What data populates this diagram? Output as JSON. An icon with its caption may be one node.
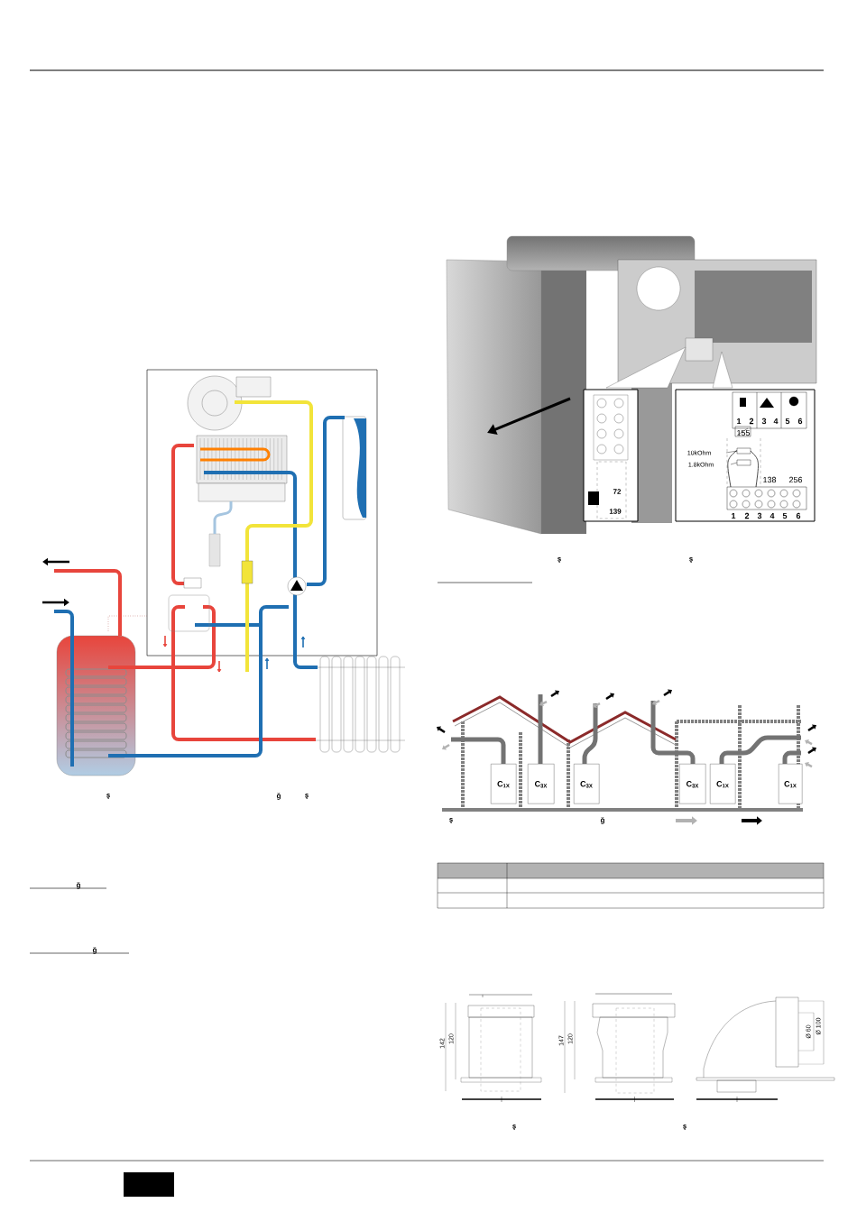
{
  "diagram": {
    "nodes": [
      {
        "text": [
          "72",
          "139"
        ]
      },
      {
        "text": [
          "1",
          "2",
          "3",
          "4",
          "5",
          "6",
          "155",
          "10kOhm",
          "1.8kOhm",
          "138",
          "256",
          "1",
          "2",
          "3",
          "4",
          "5",
          "6"
        ]
      },
      {
        "text": [
          "C$_{1X}$"
        ]
      },
      {
        "text": [
          "C$_{3X}$"
        ]
      },
      {
        "text": [
          "C$_{3X}$"
        ]
      },
      {
        "text": [
          "C$_{3X}$"
        ]
      },
      {
        "text": [
          "C$_{1X}$"
        ]
      },
      {
        "text": [
          "C$_{1X}$"
        ]
      }
    ],
    "labels": [
      "ş",
      "ğ",
      "ş",
      "ğ",
      "ğ",
      "ş",
      "ş",
      "ş",
      "ğ",
      "142",
      "120",
      "147",
      "120",
      "Ø 60",
      "Ø 100",
      "ş",
      "ş"
    ]
  }
}
